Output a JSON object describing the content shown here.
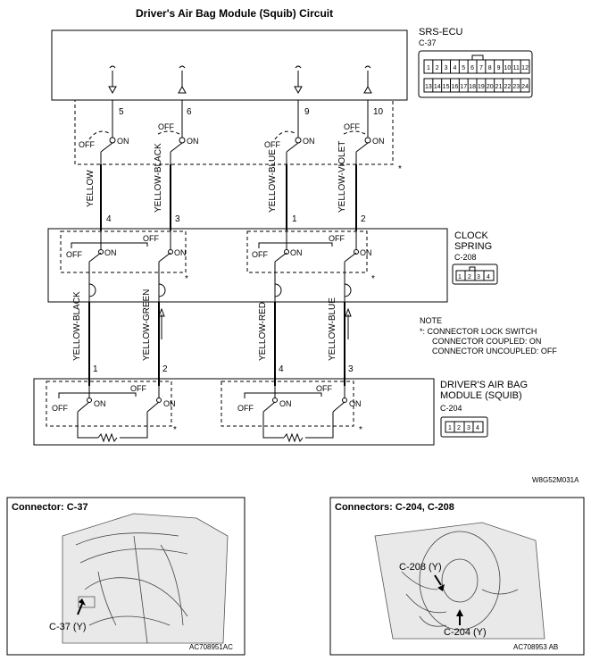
{
  "title": "Driver's Air Bag Module (Squib) Circuit",
  "srs_ecu": {
    "name": "SRS-ECU",
    "connector": "C-37",
    "pins_row1": [
      "1",
      "2",
      "3",
      "4",
      "5",
      "6",
      "7",
      "8",
      "9",
      "10",
      "11",
      "12"
    ],
    "pins_row2": [
      "13",
      "14",
      "15",
      "16",
      "17",
      "18",
      "19",
      "20",
      "21",
      "22",
      "23",
      "24"
    ],
    "terminals": [
      "5",
      "6",
      "9",
      "10"
    ]
  },
  "switch_labels": {
    "on": "ON",
    "off": "OFF"
  },
  "asterisk": "*",
  "wires_upper": [
    "YELLOW",
    "YELLOW-BLACK",
    "YELLOW-BLUE",
    "YELLOW-VIOLET"
  ],
  "clock_spring": {
    "name_line1": "CLOCK",
    "name_line2": "SPRING",
    "connector": "C-208",
    "pins_top": [
      "4",
      "3",
      "1",
      "2"
    ],
    "connector_pins": [
      "1",
      "2",
      "3",
      "4"
    ]
  },
  "wires_lower": [
    "YELLOW-BLACK",
    "YELLOW-GREEN",
    "YELLOW-RED",
    "YELLOW-BLUE"
  ],
  "note": {
    "heading": "NOTE",
    "line1": "*: CONNECTOR LOCK SWITCH",
    "line2": "CONNECTOR COUPLED: ON",
    "line3": "CONNECTOR UNCOUPLED: OFF"
  },
  "squib": {
    "name_line1": "DRIVER'S AIR BAG",
    "name_line2": "MODULE (SQUIB)",
    "connector": "C-204",
    "pins_top": [
      "1",
      "2",
      "4",
      "3"
    ],
    "connector_pins": [
      "1",
      "2",
      "3",
      "4"
    ]
  },
  "figure_code": "W8G52M031A",
  "panel_left": {
    "title": "Connector: C-37",
    "callout": "C-37 (Y)",
    "code": "AC708951AC"
  },
  "panel_right": {
    "title": "Connectors: C-204, C-208",
    "callout1": "C-208 (Y)",
    "callout2": "C-204 (Y)",
    "code": "AC708953 AB"
  }
}
